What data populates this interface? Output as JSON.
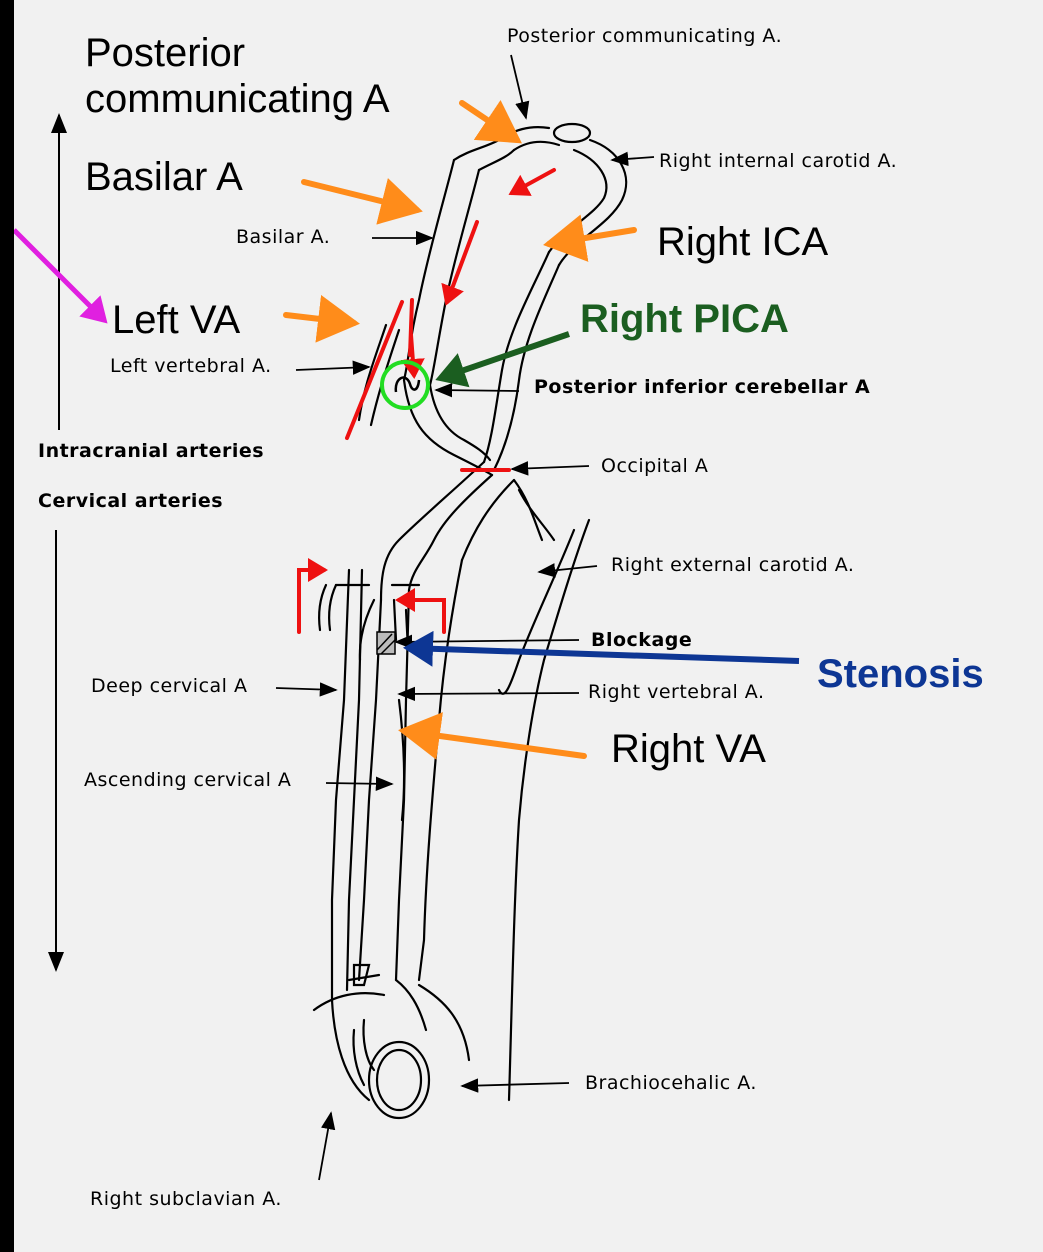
{
  "labels": {
    "posterior_communicating_print": "Posterior communicating A.",
    "right_internal_carotid_print": "Right internal carotid A.",
    "basilar_print": "Basilar A.",
    "left_vertebral_print": "Left vertebral A.",
    "posterior_inferior_cerebellar_print": "Posterior inferior cerebellar A",
    "intracranial_arteries": "Intracranial arteries",
    "cervical_arteries": "Cervical arteries",
    "occipital_print": "Occipital A",
    "right_external_carotid_print": "Right external carotid A.",
    "blockage_print": "Blockage",
    "deep_cervical_print": "Deep cervical A",
    "right_vertebral_print": "Right vertebral A.",
    "ascending_cervical_print": "Ascending cervical A",
    "brachiocephalic_print": "Brachiocehalic A.",
    "right_subclavian_print": "Right subclavian A."
  },
  "annotations": {
    "posterior_communicating_line1": "Posterior",
    "posterior_communicating_line2": "communicating A",
    "basilar": "Basilar A",
    "right_ica": "Right ICA",
    "left_va": "Left VA",
    "right_pica": "Right PICA",
    "stenosis": "Stenosis",
    "right_va": "Right VA"
  },
  "colors": {
    "background": "#f1f1f1",
    "frame": "#000000",
    "orange_arrow": "#ff8c1a",
    "red_marks": "#ee1111",
    "magenta_arrow": "#e020e0",
    "pica_green": "#1b5e20",
    "pica_circle": "#22dd22",
    "stenosis_blue": "#0d3694"
  }
}
